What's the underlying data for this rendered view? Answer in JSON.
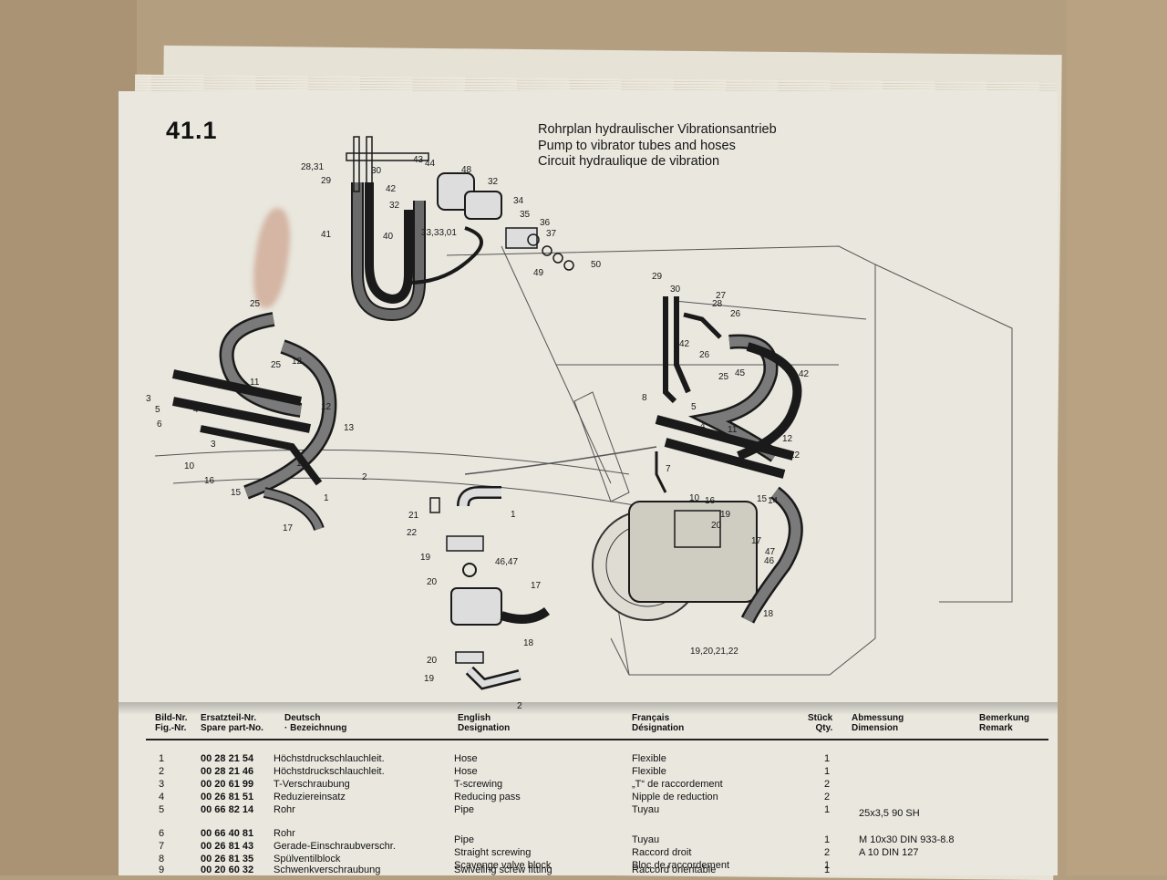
{
  "header": {
    "figure_number": "41.1",
    "title_de": "Rohrplan hydraulischer Vibrationsantrieb",
    "title_en": "Pump to vibrator tubes and hoses",
    "title_fr": "Circuit hydraulique de vibration"
  },
  "callouts": {
    "top_group": [
      "28,31",
      "29",
      "30",
      "43",
      "44",
      "48",
      "32",
      "42",
      "32",
      "34",
      "35",
      "36",
      "37",
      "33,33,01",
      "40",
      "41",
      "49",
      "50"
    ],
    "left_group": [
      "25",
      "25",
      "12",
      "3",
      "3",
      "11",
      "3",
      "12",
      "5",
      "6",
      "4",
      "13",
      "3",
      "14",
      "10",
      "16",
      "15",
      "1",
      "2",
      "17"
    ],
    "center_group": [
      "21",
      "22",
      "19",
      "1",
      "46,47",
      "20",
      "17",
      "18",
      "20",
      "19",
      "2"
    ],
    "right_group": [
      "29",
      "30",
      "27",
      "28",
      "26",
      "42",
      "26",
      "25",
      "45",
      "42",
      "8",
      "5",
      "4",
      "11",
      "12",
      "12",
      "7",
      "10",
      "16",
      "15",
      "14",
      "19",
      "20",
      "17",
      "47",
      "46",
      "18",
      "19,20,21,22"
    ]
  },
  "table": {
    "headers": {
      "bild_de": "Bild-Nr.",
      "bild_en": "Fig.-Nr.",
      "part_de": "Ersatzteil-Nr.",
      "part_en": "Spare part-No.",
      "deutsch": "Deutsch",
      "bezeichnung": "· Bezeichnung",
      "english": "English",
      "designation_en": "Designation",
      "francais": "Français",
      "designation_fr": "Désignation",
      "stueck": "Stück",
      "qty": "Qty.",
      "abmessung": "Abmessung",
      "dimension": "Dimension",
      "bemerkung": "Bemerkung",
      "remark": "Remark"
    },
    "rows": [
      {
        "bild": "1",
        "part": "00 28 21 54",
        "de": "Höchstdruckschlauchleit.",
        "en": "Hose",
        "fr": "Flexible",
        "qty": "1",
        "dim": ""
      },
      {
        "bild": "2",
        "part": "00 28 21 46",
        "de": "Höchstdruckschlauchleit.",
        "en": "Hose",
        "fr": "Flexible",
        "qty": "1",
        "dim": ""
      },
      {
        "bild": "3",
        "part": "00 20 61 99",
        "de": "T-Verschraubung",
        "en": "T-screwing",
        "fr": "„T“ de raccordement",
        "qty": "2",
        "dim": ""
      },
      {
        "bild": "4",
        "part": "00 26 81 51",
        "de": "Reduziereinsatz",
        "en": "Reducing pass",
        "fr": "Nipple de reduction",
        "qty": "2",
        "dim": ""
      },
      {
        "bild": "5",
        "part": "00 66 82 14",
        "de": "Rohr",
        "en": "Pipe",
        "fr": "Tuyau",
        "qty": "1",
        "dim": "25x3,5 90 SH"
      },
      {
        "bild": "6",
        "part": "00 66 40 81",
        "de": "Rohr",
        "en": "Pipe",
        "fr": "Tuyau",
        "qty": "1",
        "dim": "M 10x30 DIN 933-8.8"
      },
      {
        "bild": "7",
        "part": "00 26 81 43",
        "de": "Gerade-Einschraubverschr.",
        "en": "Straight screwing",
        "fr": "Raccord droit",
        "qty": "2",
        "dim": "A 10 DIN 127"
      },
      {
        "bild": "8",
        "part": "00 26 81 35",
        "de": "Spülventilblock",
        "en": "Scavenge valve block",
        "fr": "Bloc de raccordement",
        "qty": "1",
        "dim": ""
      },
      {
        "bild": "9",
        "part": "00 20 60 32",
        "de": "Schwenkverschraubung",
        "en": "Swiveling screw fitting",
        "fr": "Raccord orientable",
        "qty": "1",
        "dim": ""
      }
    ]
  }
}
